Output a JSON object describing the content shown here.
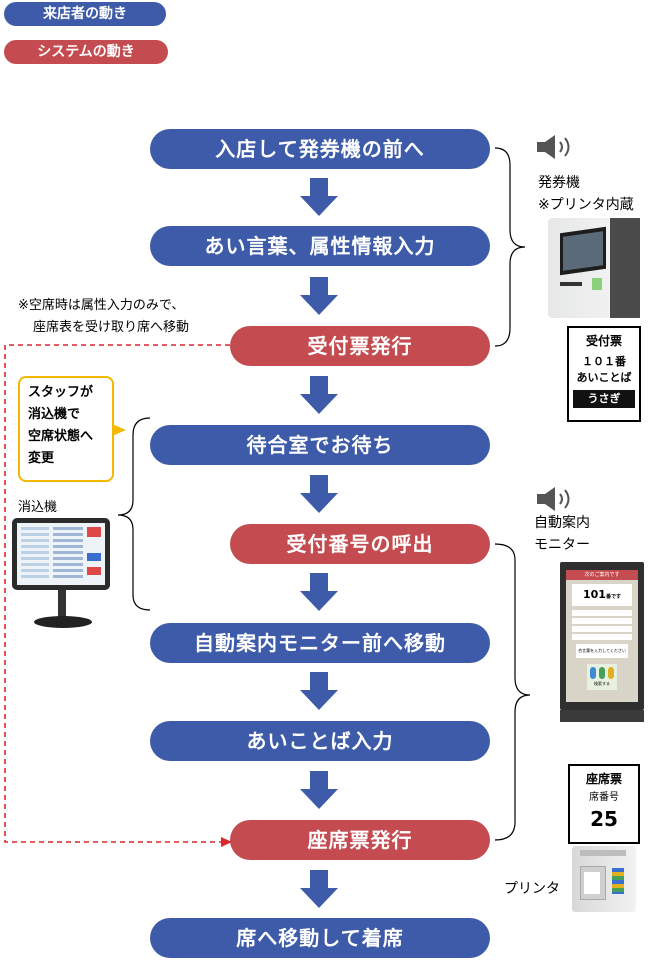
{
  "legend": {
    "visitor": "来店者の動き",
    "system": "システムの動き"
  },
  "colors": {
    "visitor": "#3d5ba8",
    "system": "#c44b4f",
    "staff_note_border": "#f5b800",
    "dashed_line": "#d9272e"
  },
  "steps": [
    {
      "label": "入店して発券機の前へ",
      "type": "visitor"
    },
    {
      "label": "あい言葉、属性情報入力",
      "type": "visitor"
    },
    {
      "label": "受付票発行",
      "type": "system"
    },
    {
      "label": "待合室でお待ち",
      "type": "visitor"
    },
    {
      "label": "受付番号の呼出",
      "type": "system"
    },
    {
      "label": "自動案内モニター前へ移動",
      "type": "visitor"
    },
    {
      "label": "あいことば入力",
      "type": "visitor"
    },
    {
      "label": "座席票発行",
      "type": "system"
    },
    {
      "label": "席へ移動して着席",
      "type": "visitor"
    }
  ],
  "notes": {
    "vacant_line1": "※空席時は属性入力のみで、",
    "vacant_line2": "座席表を受け取り席へ移動",
    "staff": "スタッフが\n消込機で\n空席状態へ\n変更"
  },
  "devices": {
    "kiosk_label1": "発券機",
    "kiosk_label2": "※プリンタ内蔵",
    "eraser_label": "消込機",
    "monitor_label1": "自動案内",
    "monitor_label2": "モニター",
    "printer_label": "プリンタ",
    "speaker_icon": "speaker-icon"
  },
  "reception_ticket": {
    "title": "受付票",
    "number": "１０１番",
    "password": "あいことば",
    "word": "うさぎ"
  },
  "seat_ticket": {
    "title": "座席票",
    "label": "席番号",
    "number": "25"
  },
  "monitor_screen": {
    "header": "次のご案内です",
    "number": "101",
    "number_suffix": "番です",
    "message": "合言葉を入力してください",
    "button": "検索する"
  }
}
